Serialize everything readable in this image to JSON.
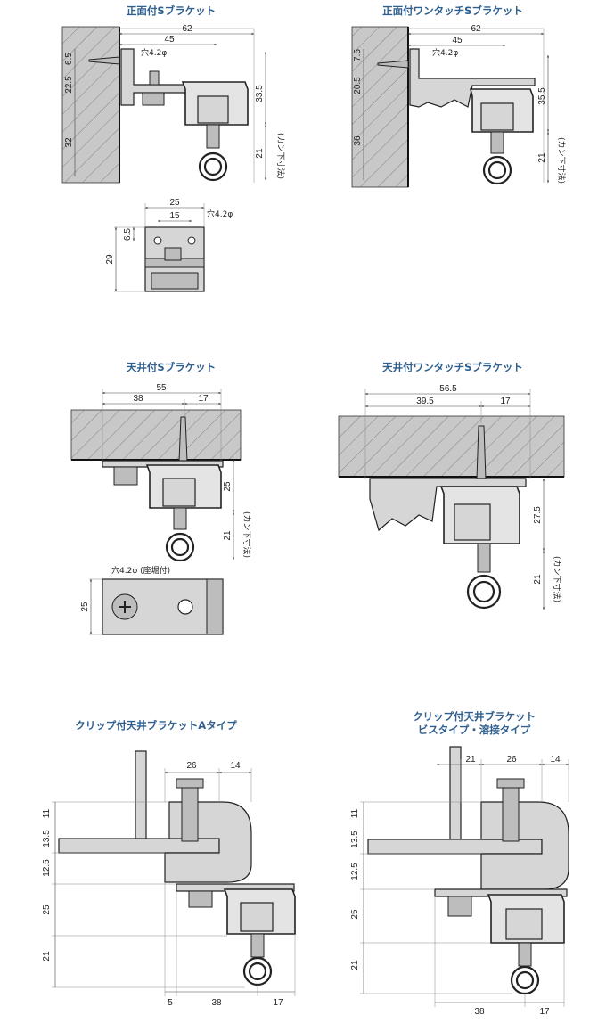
{
  "diagrams": [
    {
      "id": "front-s",
      "title": "正面付Sブラケット",
      "dims": {
        "width_total": "62",
        "width_rail": "45",
        "v1": "6.5",
        "v2": "22.5",
        "v3": "32",
        "v4": "33.5",
        "v5": "21",
        "hole": "穴4.2φ",
        "kan": "(カン下寸法)"
      }
    },
    {
      "id": "front-onetouch",
      "title": "正面付ワンタッチSブラケット",
      "dims": {
        "width_total": "62",
        "width_rail": "45",
        "v1": "7.5",
        "v2": "20.5",
        "v3": "36",
        "v4": "35.5",
        "v5": "21",
        "hole": "穴4.2φ",
        "kan": "(カン下寸法)"
      }
    },
    {
      "id": "plate",
      "dims": {
        "w25": "25",
        "w15": "15",
        "v65": "6.5",
        "v29": "29",
        "hole": "穴4.2φ"
      }
    },
    {
      "id": "ceiling-s",
      "title": "天井付Sブラケット",
      "dims": {
        "w55": "55",
        "w38": "38",
        "w17": "17",
        "v25": "25",
        "v21": "21",
        "kan": "(カン下寸法)",
        "hole": "穴4.2φ (座堀付)",
        "v25b": "25"
      }
    },
    {
      "id": "ceiling-onetouch",
      "title": "天井付ワンタッチSブラケット",
      "dims": {
        "w565": "56.5",
        "w395": "39.5",
        "w17": "17",
        "v275": "27.5",
        "v21": "21",
        "kan": "(カン下寸法)"
      }
    },
    {
      "id": "clip-a",
      "title": "クリップ付天井ブラケットAタイプ",
      "dims": {
        "w26": "26",
        "w14": "14",
        "v11": "11",
        "v135": "13.5",
        "v125": "12.5",
        "v25": "25",
        "v21": "21",
        "b5": "5",
        "b38": "38",
        "b17": "17"
      }
    },
    {
      "id": "clip-screw",
      "title_line1": "クリップ付天井ブラケット",
      "title_line2": "ビスタイプ・溶接タイプ",
      "dims": {
        "w21": "21",
        "w26": "26",
        "w14": "14",
        "v11": "11",
        "v135": "13.5",
        "v125": "12.5",
        "v25": "25",
        "v21": "21",
        "b38": "38",
        "b17": "17"
      }
    }
  ]
}
